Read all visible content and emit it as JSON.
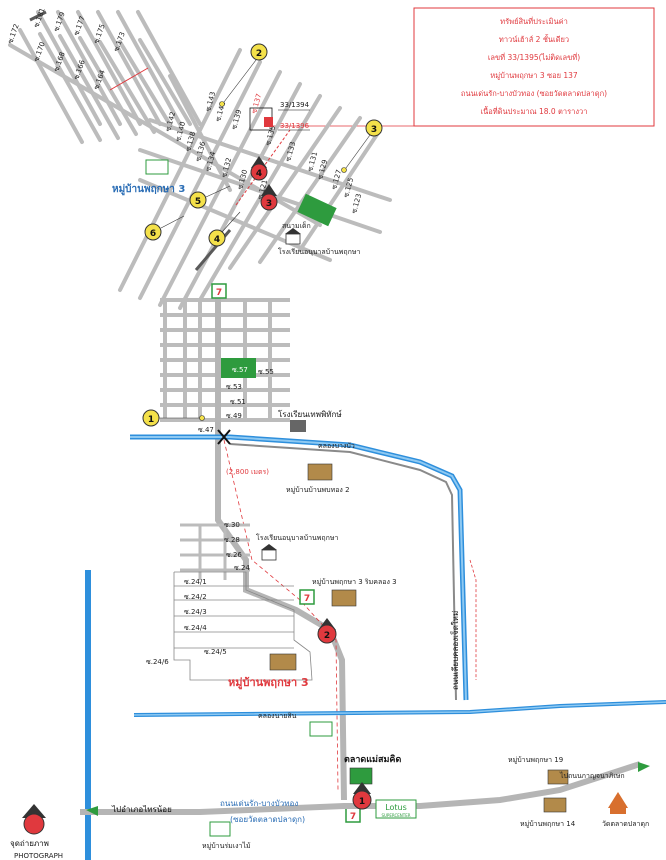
{
  "info_box": {
    "lines": [
      "ทรัพย์สินที่ประเมินค่า",
      "ทาวน์เฮ้าส์ 2 ชั้นเดียว",
      "เลขที่ 33/1395(ไม่ติดเลขที่)",
      "หมู่บ้านพฤกษา 3 ซอย 137",
      "ถนนเด่นรัก-บางบัวทอง (ซอยวัดตลาดปลาดุก)",
      "เนื้อที่ดินประมาณ 18.0 ตารางวา"
    ],
    "color": "#e0393e"
  },
  "upper_sois": [
    "ซ.181",
    "ซ.179",
    "ซ.177",
    "ซ.175",
    "ซ.173",
    "ซ.172",
    "ซ.170",
    "ซ.168",
    "ซ.166",
    "ซ.164"
  ],
  "mid_sois": [
    "ซ.143",
    "ซ.142",
    "ซ.141",
    "ซ.140",
    "ซ.139",
    "ซ.138",
    "ซ.137",
    "ซ.136",
    "ซ.135",
    "ซ.134",
    "ซ.133",
    "ซ.132",
    "ซ.131",
    "ซ.130",
    "ซ.129",
    "ซ.127",
    "ซ.125",
    "ซ.123",
    "ซ.121"
  ],
  "lower_sois": [
    "ซ.57",
    "ซ.55",
    "ซ.53",
    "ซ.51",
    "ซ.49",
    "ซ.47"
  ],
  "south_sois": [
    "ซ.30",
    "ซ.28",
    "ซ.26",
    "ซ.24",
    "ซ.24/1",
    "ซ.24/2",
    "ซ.24/3",
    "ซ.24/4",
    "ซ.24/5",
    "ซ.24/6"
  ],
  "house_numbers": {
    "n1": "33/1394",
    "n2": "33/1396"
  },
  "labels": {
    "village_north": "หมู่บ้านพฤกษา 3",
    "village_south": "หมู่บ้านพฤกษา 3",
    "park": "สนามเด็ก",
    "school_north": "โรงเรียนอนุบาลบ้านพฤกษา",
    "school_mid": "โรงเรียนเทพพิทักษ์",
    "village_phobthong": "หมู่บ้านบ้านพบทอง 2",
    "distance": "(2,800 เมตร)",
    "school_south": "โรงเรียนอนุบาลบ้านพฤกษา",
    "village_canal": "หมู่บ้านพฤกษา 3 ริมคลอง 3",
    "canal_road": "ถนนเลียบคลองเจ็ดใหม่",
    "canal_bottom": "คลองนายสิน",
    "market": "ตลาดแม่สมคิด",
    "village_19": "หมู่บ้านพฤกษา 19",
    "to_right": "ไปถนนกาญจนาภิเษก",
    "main_road": "ถนนเด่นรัก-บางบัวทอง",
    "main_road_sub": "(ซอยวัดตลาดปลาดุก)",
    "to_left": "ไปอำเภอไทรน้อย",
    "village_14": "หมู่บ้านพฤกษา 14",
    "temple": "วัดตลาดปลาดุก",
    "village_rom": "หมู่บ้านร่มเงาไม้",
    "lotus": "Lotus",
    "lotus_sub": "SUPERCENTER",
    "photo_label": "จุดถ่ายภาพ",
    "photo_label_en": "PHOTOGRAPH",
    "canal_top": "คลองบางบัว",
    "seven": "7"
  },
  "markers": [
    "1",
    "2",
    "3",
    "4",
    "5",
    "6"
  ],
  "colors": {
    "red": "#e0393e",
    "yellow": "#f4e14a",
    "blue_canal": "#2e8fdc",
    "green": "#2e9b3e",
    "road_gray": "#b5b5b5",
    "street_gray": "#bcbcbc"
  }
}
